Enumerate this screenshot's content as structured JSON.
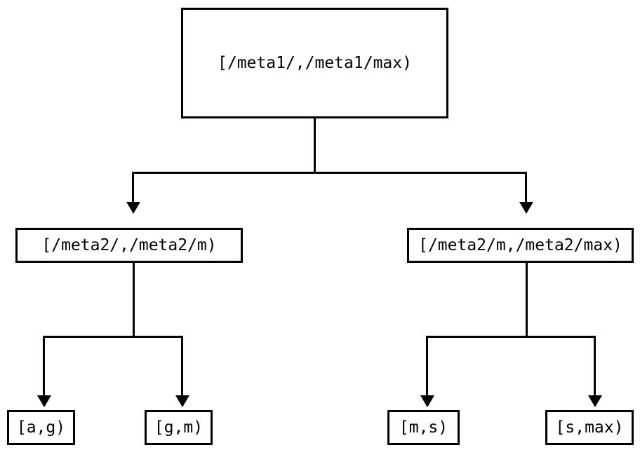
{
  "diagram": {
    "type": "binary-tree",
    "title": "",
    "background_color": "#ffffff",
    "line_color": "#000000",
    "text_color": "#000000",
    "nodes": {
      "root": {
        "label": "[/meta1/,/meta1/max)",
        "level": 0
      },
      "mid_left": {
        "label": "[/meta2/,/meta2/m)",
        "level": 1
      },
      "mid_right": {
        "label": "[/meta2/m,/meta2/max)",
        "level": 1
      },
      "leaf_1": {
        "label": "[a,g)",
        "level": 2
      },
      "leaf_2": {
        "label": "[g,m)",
        "level": 2
      },
      "leaf_3": {
        "label": "[m,s)",
        "level": 2
      },
      "leaf_4": {
        "label": "[s,max)",
        "level": 2
      }
    },
    "edges": [
      {
        "from": "root",
        "to": "mid_left",
        "arrow": "down"
      },
      {
        "from": "root",
        "to": "mid_right",
        "arrow": "down"
      },
      {
        "from": "mid_left",
        "to": "leaf_1",
        "arrow": "down"
      },
      {
        "from": "mid_left",
        "to": "leaf_2",
        "arrow": "down"
      },
      {
        "from": "mid_right",
        "to": "leaf_3",
        "arrow": "down"
      },
      {
        "from": "mid_right",
        "to": "leaf_4",
        "arrow": "down"
      }
    ]
  }
}
